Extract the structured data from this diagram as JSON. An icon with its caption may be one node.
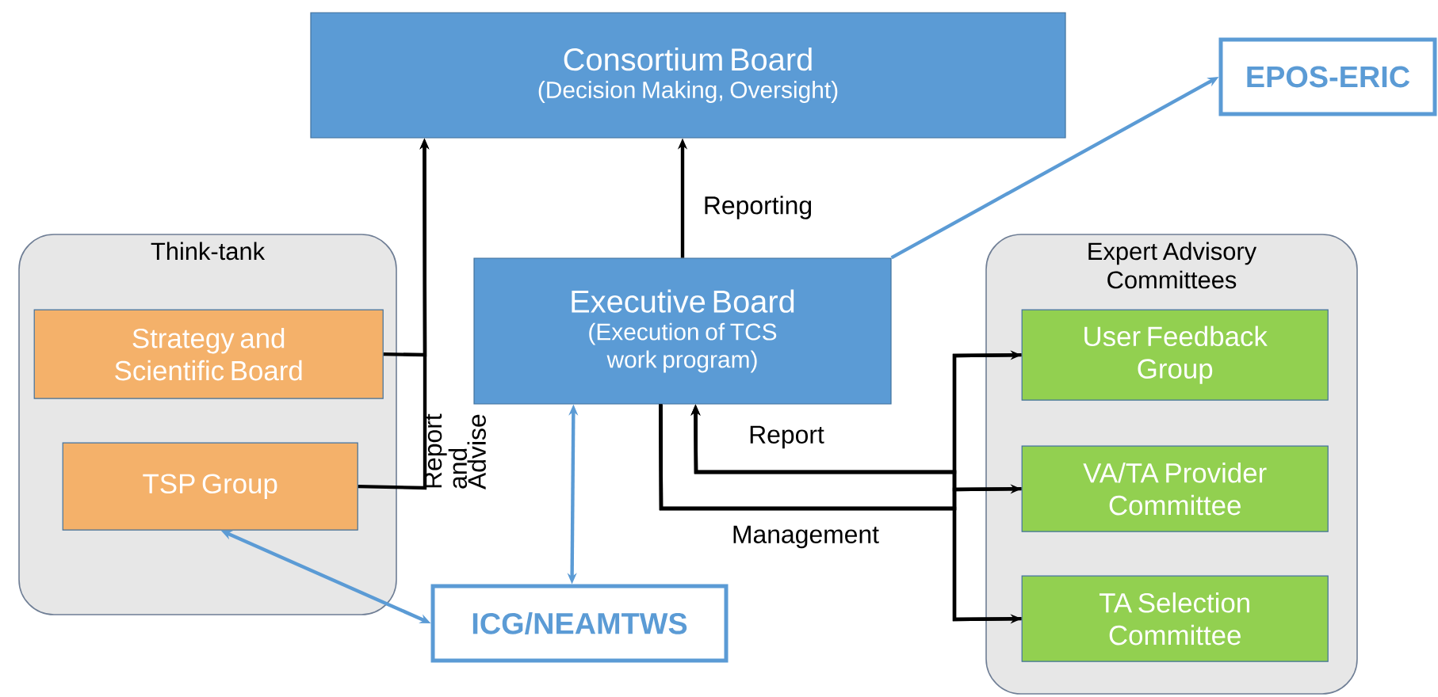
{
  "diagram": {
    "nodes": [
      {
        "text": [
          "Consortium Board",
          "(Decision Making, Oversight)"
        ]
      },
      {
        "text": [
          "EPOS-ERIC"
        ]
      },
      {
        "text": [
          "Think-tank"
        ]
      },
      {
        "text": [
          "Strategy and Scientific Board"
        ],
        "in": 2
      },
      {
        "text": [
          "TSP Group"
        ],
        "in": 2
      },
      {
        "text": [
          "Executive Board",
          "(Execution of TCS work program)"
        ]
      },
      {
        "text": [
          "Expert Advisory Committees"
        ]
      },
      {
        "text": [
          "User Feedback Group"
        ],
        "in": 6
      },
      {
        "text": [
          "VA/TA Provider Committee"
        ],
        "in": 6
      },
      {
        "text": [
          "TA Selection Committee"
        ],
        "in": 6
      },
      {
        "text": [
          "ICG/NEAMTWS"
        ]
      }
    ],
    "edges": [
      {
        "from": 3,
        "to": 0,
        "arrow": "to"
      },
      {
        "from": 4,
        "to": 0,
        "arrow": "to",
        "label": "Report and Advise"
      },
      {
        "from": 5,
        "to": 0,
        "arrow": "to",
        "label": "Reporting"
      },
      {
        "from": 5,
        "to": 1,
        "arrow": "to",
        "color": "#5b9bd5"
      },
      {
        "from": 5,
        "to": 10,
        "arrow": "both",
        "color": "#5b9bd5"
      },
      {
        "from": 4,
        "to": 10,
        "arrow": "both",
        "color": "#5b9bd5"
      },
      {
        "from": 7,
        "to": 5,
        "arrow": "to",
        "label": "Report"
      },
      {
        "from": 8,
        "to": 5,
        "arrow": "to"
      },
      {
        "from": 9,
        "to": 5,
        "arrow": "to"
      },
      {
        "from": 5,
        "to": 7,
        "arrow": "to",
        "label": "Management"
      },
      {
        "from": 5,
        "to": 8,
        "arrow": "to"
      },
      {
        "from": 5,
        "to": 9,
        "arrow": "to"
      }
    ]
  }
}
